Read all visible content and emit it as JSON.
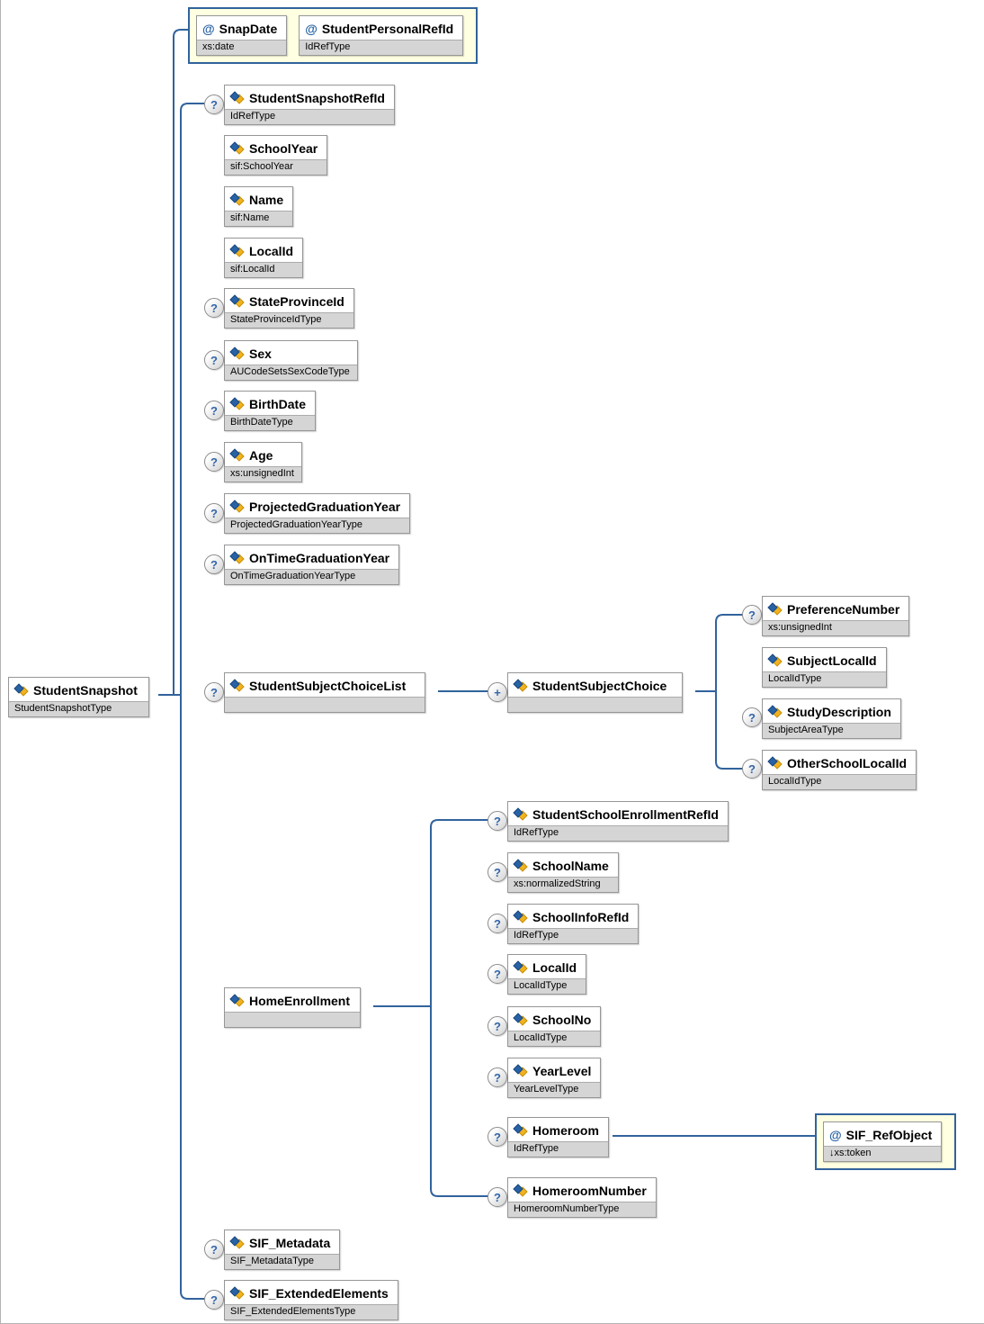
{
  "icons": {
    "attribute": "@",
    "optional": "?",
    "repeat": "+"
  },
  "colors": {
    "connector": "#31639C",
    "attribute_group_bg": "#FFFFE1",
    "type_row_bg": "#D5D5D5",
    "node_border": "#969696",
    "element_icon_blue": "#2862A4",
    "element_icon_yellow": "#F2B21D",
    "indicator_text": "#3366AA"
  },
  "nodes": {
    "root": {
      "name": "StudentSnapshot",
      "type": "StudentSnapshotType"
    },
    "snap_date": {
      "name": "SnapDate",
      "type": "xs:date"
    },
    "student_personal_ref_id": {
      "name": "StudentPersonalRefId",
      "type": "IdRefType"
    },
    "student_snapshot_ref_id": {
      "name": "StudentSnapshotRefId",
      "type": "IdRefType",
      "optional": true
    },
    "school_year": {
      "name": "SchoolYear",
      "type": "sif:SchoolYear"
    },
    "name": {
      "name": "Name",
      "type": "sif:Name"
    },
    "local_id": {
      "name": "LocalId",
      "type": "sif:LocalId"
    },
    "state_province_id": {
      "name": "StateProvinceId",
      "type": "StateProvinceIdType",
      "optional": true
    },
    "sex": {
      "name": "Sex",
      "type": "AUCodeSetsSexCodeType",
      "optional": true
    },
    "birth_date": {
      "name": "BirthDate",
      "type": "BirthDateType",
      "optional": true
    },
    "age": {
      "name": "Age",
      "type": "xs:unsignedInt",
      "optional": true
    },
    "projected_graduation_year": {
      "name": "ProjectedGraduationYear",
      "type": "ProjectedGraduationYearType",
      "optional": true
    },
    "on_time_graduation_year": {
      "name": "OnTimeGraduationYear",
      "type": "OnTimeGraduationYearType",
      "optional": true
    },
    "student_subject_choice_list": {
      "name": "StudentSubjectChoiceList",
      "type": "",
      "optional": true
    },
    "student_subject_choice": {
      "name": "StudentSubjectChoice",
      "type": "",
      "repeating": true
    },
    "preference_number": {
      "name": "PreferenceNumber",
      "type": "xs:unsignedInt",
      "optional": true
    },
    "subject_local_id": {
      "name": "SubjectLocalId",
      "type": "LocalIdType"
    },
    "study_description": {
      "name": "StudyDescription",
      "type": "SubjectAreaType",
      "optional": true
    },
    "other_school_local_id": {
      "name": "OtherSchoolLocalId",
      "type": "LocalIdType",
      "optional": true
    },
    "home_enrollment": {
      "name": "HomeEnrollment",
      "type": ""
    },
    "student_school_enrollment_ref_id": {
      "name": "StudentSchoolEnrollmentRefId",
      "type": "IdRefType",
      "optional": true
    },
    "school_name": {
      "name": "SchoolName",
      "type": "xs:normalizedString",
      "optional": true
    },
    "school_info_ref_id": {
      "name": "SchoolInfoRefId",
      "type": "IdRefType",
      "optional": true
    },
    "he_local_id": {
      "name": "LocalId",
      "type": "LocalIdType",
      "optional": true
    },
    "school_no": {
      "name": "SchoolNo",
      "type": "LocalIdType",
      "optional": true
    },
    "year_level": {
      "name": "YearLevel",
      "type": "YearLevelType",
      "optional": true
    },
    "homeroom": {
      "name": "Homeroom",
      "type": "IdRefType",
      "optional": true
    },
    "sif_ref_object": {
      "name": "SIF_RefObject",
      "type": "↓xs:token"
    },
    "homeroom_number": {
      "name": "HomeroomNumber",
      "type": "HomeroomNumberType",
      "optional": true
    },
    "sif_metadata": {
      "name": "SIF_Metadata",
      "type": "SIF_MetadataType",
      "optional": true
    },
    "sif_extended_elements": {
      "name": "SIF_ExtendedElements",
      "type": "SIF_ExtendedElementsType",
      "optional": true
    }
  }
}
